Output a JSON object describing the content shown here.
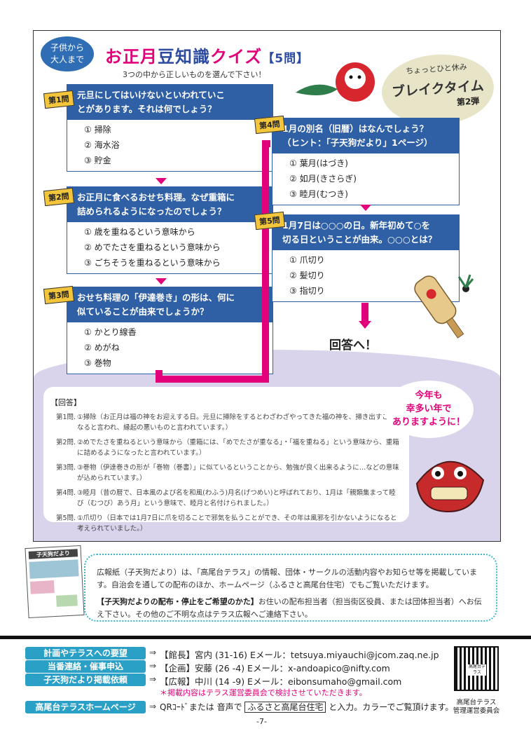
{
  "badge": {
    "line1": "子供から",
    "line2": "大人まで"
  },
  "title": {
    "part1": "お正月",
    "part2": "豆知識",
    "part3": "クイズ",
    "count": "【5問】"
  },
  "subtitle": "3つの中から正しいものを選んで下さい！",
  "break_badge": {
    "line1": "ちょっとひと休み",
    "line2": "ブレイクタイム",
    "line3": "第2弾"
  },
  "questions": [
    {
      "tag": "第1問",
      "q1": "元旦にしてはいけないといわれていこ",
      "q2": "とがあります。それは何でしょう？",
      "opts": [
        "① 掃除",
        "② 海水浴",
        "③ 貯金"
      ]
    },
    {
      "tag": "第2問",
      "q1": "お正月に食べるおせち料理。なぜ重箱に",
      "q2": "詰められるようになったのでしょう？",
      "opts": [
        "① 歳を重ねるという意味から",
        "② めでたさを重ねるという意味から",
        "③ ごちそうを重ねるという意味から"
      ]
    },
    {
      "tag": "第3問",
      "q1": "おせち料理の「伊達巻き」の形は、何に",
      "q2": "似ていることが由来でしょうか？",
      "opts": [
        "① かとり線香",
        "② めがね",
        "③ 巻物"
      ]
    },
    {
      "tag": "第4問",
      "q1": "1月の別名（旧暦）はなんでしょう？",
      "q2": "（ヒント：「子天狗だより」1ページ）",
      "opts": [
        "① 葉月(はづき)",
        "② 如月(きさらぎ)",
        "③ 睦月(むつき)"
      ]
    },
    {
      "tag": "第5問",
      "q1": "1月7日は○○○の日。新年初めて○を",
      "q2": "切る日ということが由来。○○○とは？",
      "opts": [
        "① 爪切り",
        "② 髪切り",
        "③ 指切り"
      ]
    }
  ],
  "to_answer": "回答へ！",
  "pink_bubble": {
    "line1": "今年も",
    "line2": "幸多い年で",
    "line3": "ありますように！"
  },
  "answers_heading": "【回答】",
  "answers": [
    {
      "n": "第1問.",
      "t": "①掃除（お正月は福の神をお迎えする日。元旦に掃除をするとわざわざやってきた福の神を、掃き出すことになると言われ、縁起の悪いものと言われています。）"
    },
    {
      "n": "第2問.",
      "t": "②めでたさを重ねるという意味から（重箱には、「めでたさが重なる」・「福を重ねる」という意味から、重箱に詰めるようになったと言われています。）"
    },
    {
      "n": "第3問.",
      "t": "③巻物（伊達巻きの形が「巻物（巻書）」に似ているということから、勉強が良く出来るように…などの意味が込められています。）"
    },
    {
      "n": "第4問.",
      "t": "③睦月（昔の暦で、日本風のよび名を和風(わふう)月名(げつめい)と呼ばれており、1月は「親類集まって睦び（むつび）あう月」という意味で、睦月と名付けられました。）"
    },
    {
      "n": "第5問.",
      "t": "①爪切り（日本では1月7日に爪を切ることで邪気を払うことができ、その年は風邪を引かないようになると考えられていました。）"
    }
  ],
  "paper_title": "子天狗だより",
  "info": {
    "p1": "広報紙（子天狗だより）は、「高尾台テラス」の情報、団体・サークルの活動内容やお知らせ等を掲載しています。自治会を通しての配布のほか、ホームページ（ふるさと高尾台住宅）でもご覧いただけます。",
    "p2_bold": "【子天狗だよりの配布・停止をご希望のかた】",
    "p2": "お住いの配布担当者（担当街区役員、または団体担当者）へお伝え下さい。その他のご不明な点はテラス広報へご連絡下さい。"
  },
  "contacts": [
    {
      "tag": "計画やテラスへの要望",
      "info": "【館長】宮内 (31-16)  Eメール：tetsuya.miyauchi@jcom.zaq.ne.jp"
    },
    {
      "tag": "当番連絡・催事申込",
      "info": "【企画】安藤 (26 -4)  Eメール：x-andoapico@nifty.com"
    },
    {
      "tag": "子天狗だより掲載依頼",
      "info": "【広報】中川 (14 -9)  Eメール：eibonsumaho@gmail.com"
    }
  ],
  "note": "＊掲載内容はテラス運営委員会で検討させていただきます。",
  "homepage": {
    "tag": "高尾台テラスホームページ",
    "pre": "QRｺｰﾄﾞまたは 音声で",
    "box": "ふるさと高尾台住宅",
    "post": "と入力。カラーでご覧頂けます。"
  },
  "qr_label": "高尾台テラス",
  "org": {
    "line1": "高尾台テラス",
    "line2": "管理運営委員会"
  },
  "page_number": "-7-",
  "colors": {
    "magenta": "#e2007a",
    "navy": "#2f5fa5",
    "teal": "#2aa0c6",
    "lavender": "#d9d4ec"
  }
}
